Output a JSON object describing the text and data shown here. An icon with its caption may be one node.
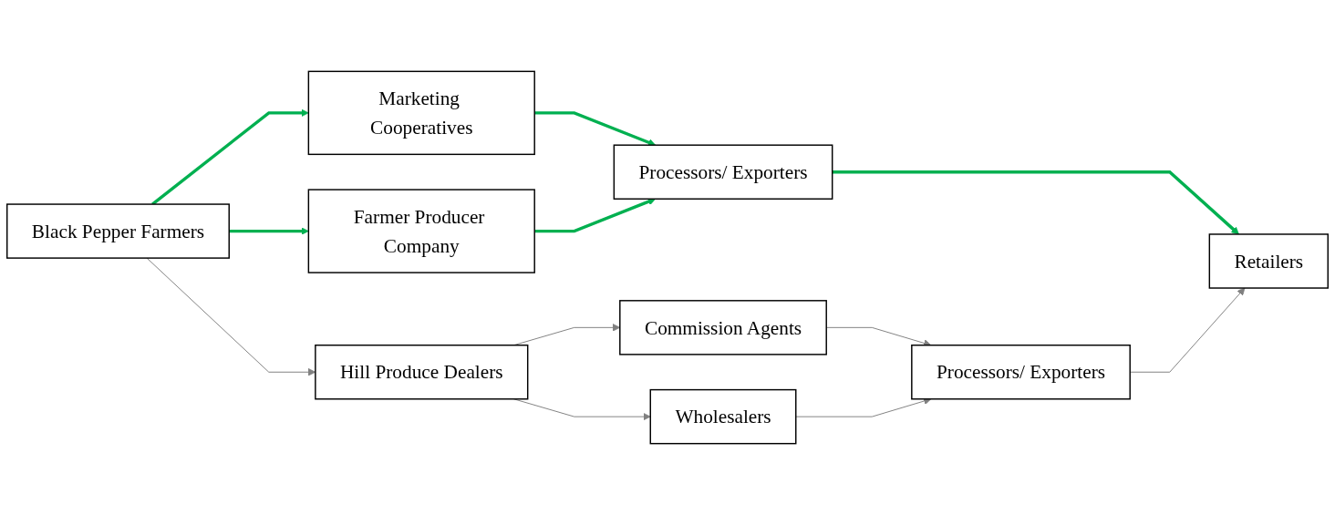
{
  "diagram": {
    "nodes": [
      {
        "text": [
          "Black Pepper Farmers"
        ]
      },
      {
        "text": [
          "Marketing Cooperatives"
        ]
      },
      {
        "text": [
          "Farmer Producer Company"
        ]
      },
      {
        "text": [
          "Hill Produce Dealers"
        ]
      },
      {
        "text": [
          "Processors/ Exporters"
        ]
      },
      {
        "text": [
          "Commission Agents"
        ]
      },
      {
        "text": [
          "Wholesalers"
        ]
      },
      {
        "text": [
          "Retailers"
        ]
      },
      {
        "text": [
          "Processors/ Exporters"
        ]
      }
    ],
    "edges": [
      {
        "from": 0,
        "to": 1,
        "arrow": "to",
        "style": "thick",
        "color": "#00b050"
      },
      {
        "from": 0,
        "to": 2,
        "arrow": "to",
        "style": "thick",
        "color": "#00b050"
      },
      {
        "from": 0,
        "to": 3,
        "arrow": "to"
      },
      {
        "from": 1,
        "to": 4,
        "arrow": "to",
        "style": "thick",
        "color": "#00b050"
      },
      {
        "from": 2,
        "to": 4,
        "arrow": "to",
        "style": "thick",
        "color": "#00b050"
      },
      {
        "from": 4,
        "to": 7,
        "arrow": "to",
        "style": "thick",
        "color": "#00b050"
      },
      {
        "from": 3,
        "to": 5,
        "arrow": "to"
      },
      {
        "from": 3,
        "to": 6,
        "arrow": "to"
      },
      {
        "from": 5,
        "to": 8,
        "arrow": "to"
      },
      {
        "from": 6,
        "to": 8,
        "arrow": "to"
      },
      {
        "from": 8,
        "to": 7,
        "arrow": "to"
      }
    ]
  }
}
